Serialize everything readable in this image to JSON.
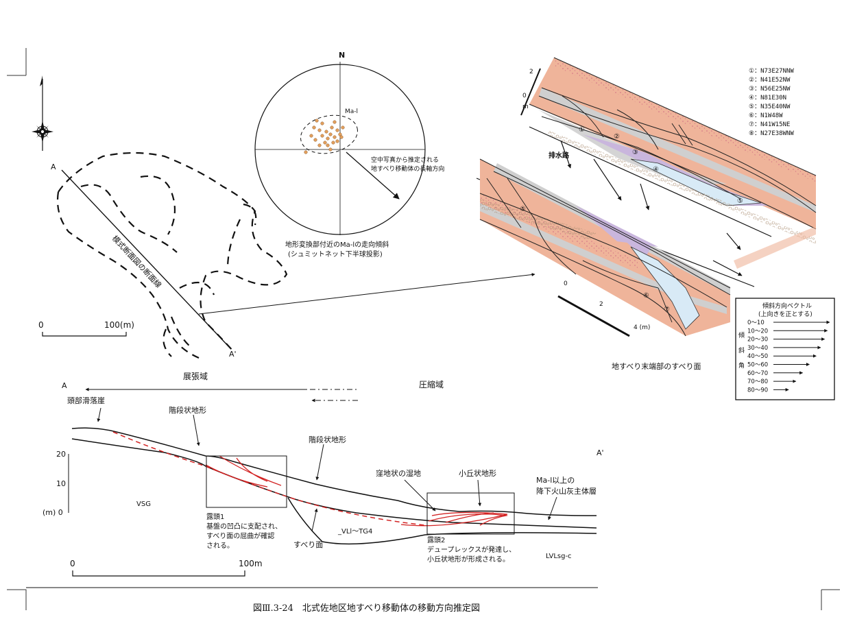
{
  "caption": "図Ⅲ.3-24　北式佐地区地すべり移動体の移動方向推定図",
  "plan_view": {
    "label_a": "A",
    "label_a_prime": "A'",
    "section_line_label": "模式断面図の断面線",
    "scale_zero": "0",
    "scale_end": "100(m)"
  },
  "stereonet": {
    "north": "N",
    "unit_label": "Ma-l",
    "annotation_line1": "空中写真から推定される",
    "annotation_line2": "地すべり移動体の長軸方向",
    "caption_line1": "地形変換部付近のMa-lの走向傾斜",
    "caption_line2": "(シュミットネット下半球投影)"
  },
  "outcrop_detail": {
    "scale_top": "2",
    "scale_mid": "0",
    "scale_unit": "m",
    "drain_label": "排水路",
    "bottom_scale_zero": "0",
    "bottom_scale_mid": "2",
    "bottom_scale_end": "4 (m)",
    "caption": "地すべり末端部のすべり面",
    "markers": [
      "①",
      "②",
      "③",
      "④",
      "⑤",
      "⑥",
      "⑦"
    ],
    "orientations": [
      "①：N73E27NNW",
      "②：N41E52NW",
      "③：N56E25NW",
      "④：N81E30N",
      "⑤：N35E40NW",
      "⑥：N1W48W",
      "⑦：N41W15NE",
      "⑧：N27E38WNW"
    ]
  },
  "legend": {
    "title_line1": "傾斜方向ベクトル",
    "title_line2": "(上向きを正とする)",
    "side_label": [
      "傾",
      "斜",
      "角"
    ],
    "items": [
      "0～10",
      "10～20",
      "20～30",
      "30～40",
      "40～50",
      "50～60",
      "60～70",
      "70～80",
      "80～90"
    ],
    "arrow_lengths": [
      1.0,
      0.96,
      0.91,
      0.84,
      0.76,
      0.64,
      0.52,
      0.4,
      0.27
    ]
  },
  "section": {
    "label_a": "A",
    "label_a_prime": "A'",
    "extension_zone": "展張域",
    "compression_zone": "圧縮域",
    "head_scarp": "頭部滑落崖",
    "stepped_terrain_1": "階段状地形",
    "stepped_terrain_2": "階段状地形",
    "depression_wetland": "窪地状の湿地",
    "hummock": "小丘状地形",
    "ash_line1": "Ma-l以上の",
    "ash_line2": "降下火山灰主体層",
    "y_20": "20",
    "y_10": "10",
    "y_0": "(m) 0",
    "vsg": "VSG",
    "vli_tg4": "_VLl～TG4",
    "lvlsg": "LVLsg-c",
    "slip_surface": "すべり面",
    "outcrop1_title": "露頭1",
    "outcrop1_line1": "基盤の凹凸に支配され、",
    "outcrop1_line2": "すべり面の屈曲が確認",
    "outcrop1_line3": "される。",
    "outcrop2_title": "露頭2",
    "outcrop2_line1": "デュープレックスが発達し、",
    "outcrop2_line2": "小丘状地形が形成される。",
    "scale_zero": "0",
    "scale_end": "100m"
  },
  "colors": {
    "salmon": "#efb49a",
    "gray_band": "#cfcfcf",
    "lavender": "#c9b6dd",
    "light_blue": "#d8eaf6",
    "slip_red": "#d22222",
    "dot_orange": "#e29f5c",
    "pink_dots": "#e6a4ac"
  }
}
